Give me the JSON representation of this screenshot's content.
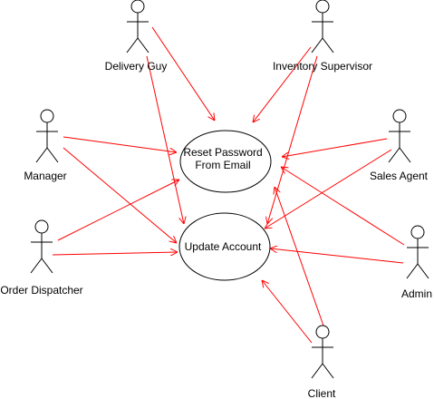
{
  "colors": {
    "association": "#ff0000",
    "outline": "#000000",
    "background": "#ffffff"
  },
  "use_cases": {
    "reset_password": {
      "line1": "Reset Password",
      "line2": "From Email"
    },
    "update_account": {
      "label": "Update Account"
    }
  },
  "actors": {
    "delivery_guy": "Delivery Guy",
    "inventory_supervisor": "Inventory Supervisor",
    "manager": "Manager",
    "sales_agent": "Sales Agent",
    "order_dispatcher": "Order Dispatcher",
    "admin": "Admin",
    "client": "Client"
  },
  "associations": [
    {
      "from": "delivery_guy",
      "to": "reset_password"
    },
    {
      "from": "delivery_guy",
      "to": "update_account"
    },
    {
      "from": "inventory_supervisor",
      "to": "reset_password"
    },
    {
      "from": "inventory_supervisor",
      "to": "update_account"
    },
    {
      "from": "manager",
      "to": "reset_password"
    },
    {
      "from": "manager",
      "to": "update_account"
    },
    {
      "from": "sales_agent",
      "to": "reset_password"
    },
    {
      "from": "sales_agent",
      "to": "update_account"
    },
    {
      "from": "order_dispatcher",
      "to": "reset_password"
    },
    {
      "from": "order_dispatcher",
      "to": "update_account"
    },
    {
      "from": "admin",
      "to": "reset_password"
    },
    {
      "from": "admin",
      "to": "update_account"
    },
    {
      "from": "client",
      "to": "reset_password"
    },
    {
      "from": "client",
      "to": "update_account"
    }
  ]
}
